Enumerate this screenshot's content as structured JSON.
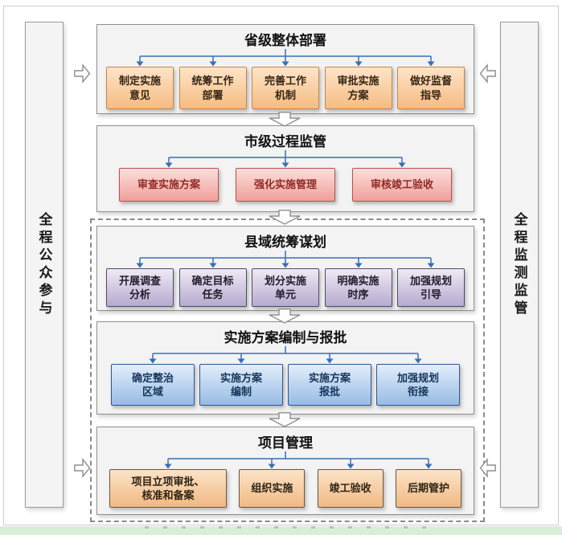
{
  "palette": {
    "connector_blue": "#3a6eb5",
    "section_fill": "#f3f3f3",
    "section_border": "#8f8f8f",
    "dashed_group_border": "#8a8a8a",
    "hollow_arrow_outline": "#8f8f8f",
    "footer_strip_green": "#d9eed6",
    "step_colors": {
      "orange": {
        "fill": "#f6bc82",
        "border": "#c5854e",
        "text": "#352515"
      },
      "pink": {
        "fill": "#f0a09b",
        "border": "#b8504c",
        "text": "#8f2b27"
      },
      "purple": {
        "fill": "#b6aace",
        "border": "#4f4b66",
        "text": "#201d2b"
      },
      "blue": {
        "fill": "#97bce4",
        "border": "#2e5593",
        "text": "#16355c"
      },
      "orange2": {
        "fill": "#f2b983",
        "border": "#6b5744",
        "text": "#2d2415"
      }
    }
  },
  "sidebars": {
    "left": {
      "label": "全程公众参与"
    },
    "right": {
      "label": "全程监测监管"
    }
  },
  "sections": [
    {
      "title": "省级整体部署",
      "color": "orange",
      "items": [
        {
          "label": "制定实施\n意见"
        },
        {
          "label": "统筹工作\n部署"
        },
        {
          "label": "完善工作\n机制"
        },
        {
          "label": "审批实施\n方案"
        },
        {
          "label": "做好监督\n指导"
        }
      ]
    },
    {
      "title": "市级过程监管",
      "color": "pink",
      "items": [
        {
          "label": "审查实施方案"
        },
        {
          "label": "强化实施管理"
        },
        {
          "label": "审核竣工验收"
        }
      ]
    },
    {
      "title": "县域统筹谋划",
      "color": "purple",
      "items": [
        {
          "label": "开展调查\n分析"
        },
        {
          "label": "确定目标\n任务"
        },
        {
          "label": "划分实施\n单元"
        },
        {
          "label": "明确实施\n时序"
        },
        {
          "label": "加强规划\n引导"
        }
      ]
    },
    {
      "title": "实施方案编制与报批",
      "color": "blue",
      "items": [
        {
          "label": "确定整治\n区域"
        },
        {
          "label": "实施方案\n编制"
        },
        {
          "label": "实施方案\n报批"
        },
        {
          "label": "加强规划\n衔接"
        }
      ]
    },
    {
      "title": "项目管理",
      "color": "orange2",
      "items": [
        {
          "label": "项目立项审批、\n核准和备案"
        },
        {
          "label": "组织实施"
        },
        {
          "label": "竣工验收"
        },
        {
          "label": "后期管护"
        }
      ]
    }
  ]
}
